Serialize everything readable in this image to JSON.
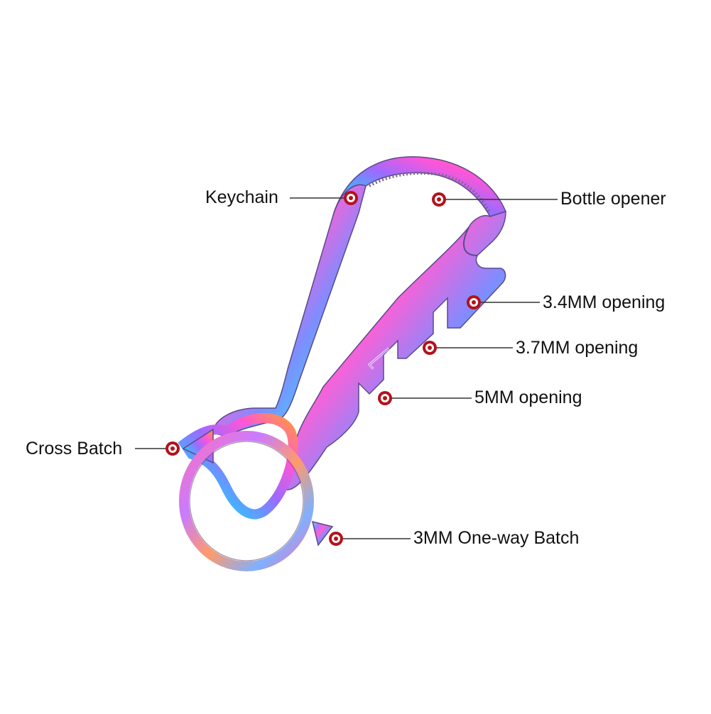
{
  "colors": {
    "background": "#ffffff",
    "marker_outer": "#b3121b",
    "marker_inner": "#ffffff",
    "leader_line": "#333333",
    "gradient": [
      "#ff4fd8",
      "#9b6bff",
      "#3fb7ff",
      "#4fe3c1",
      "#c9ff6b",
      "#ff9a3c"
    ]
  },
  "callouts": [
    {
      "id": "keychain",
      "text": "Keychain"
    },
    {
      "id": "bottle-opener",
      "text": "Bottle opener"
    },
    {
      "id": "opening-3-4mm",
      "text": "3.4MM opening"
    },
    {
      "id": "opening-3-7mm",
      "text": "3.7MM opening"
    },
    {
      "id": "opening-5mm",
      "text": "5MM opening"
    },
    {
      "id": "cross-batch",
      "text": "Cross Batch"
    },
    {
      "id": "one-way-batch-3mm",
      "text": "3MM One-way Batch"
    }
  ]
}
